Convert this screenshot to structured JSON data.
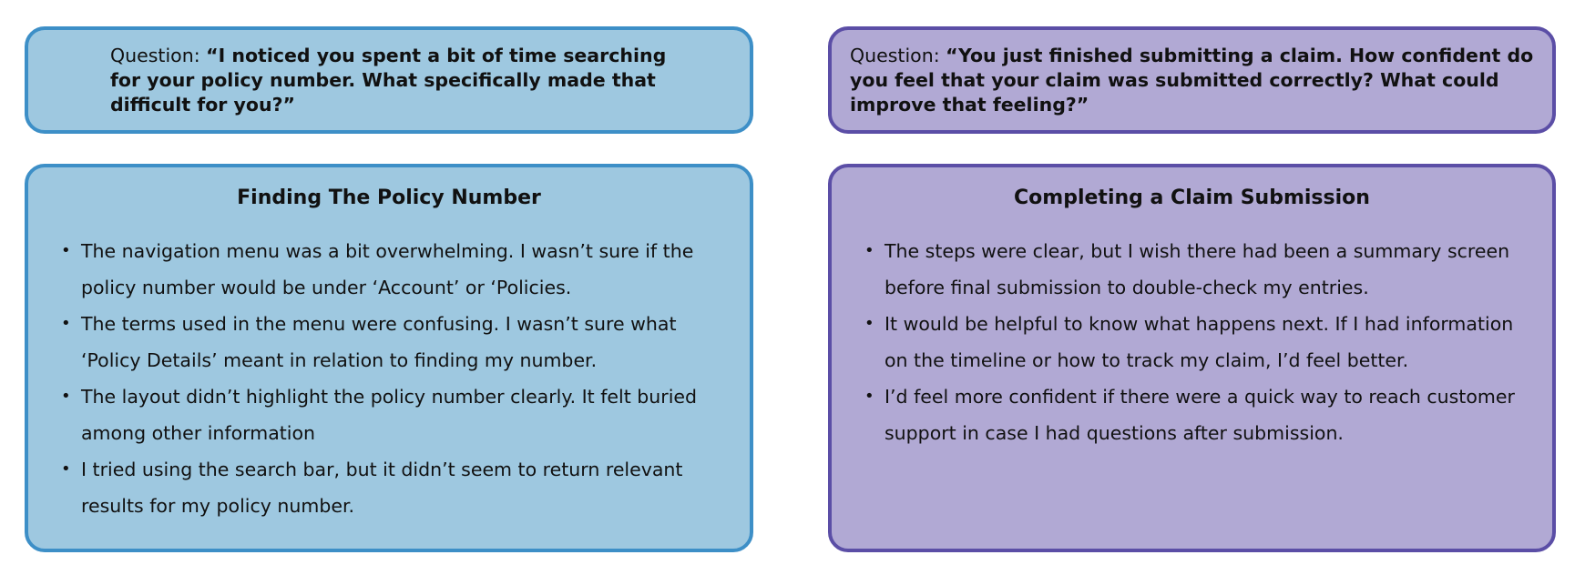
{
  "left": {
    "question_prefix": "Question: ",
    "question_quote": "“I noticed you spent a bit of time searching for your policy number. What specifically made that difficult for you?”",
    "title": "Finding The Policy Number",
    "bullets": [
      "The navigation menu was a bit overwhelming. I wasn’t sure if the policy number would be under ‘Account’ or ‘Policies.",
      "The terms used in the menu were confusing. I wasn’t sure what ‘Policy Details’ meant in relation to finding my number.",
      "The layout didn’t highlight the policy number clearly. It felt buried among other information",
      "I tried using the search bar, but it didn’t seem to return relevant results for my policy number."
    ]
  },
  "right": {
    "question_prefix": "Question: ",
    "question_quote": "“You just finished submitting a claim. How confident do you feel that your claim was submitted correctly? What could improve that feeling?”",
    "title": "Completing a Claim Submission",
    "bullets": [
      "The steps were clear, but I wish there had been a summary screen before final submission to double-check my entries.",
      "It would be helpful to know what happens next. If I had information on the timeline or how to track my claim, I’d feel better.",
      "I’d feel more confident if there were a quick way to reach customer support in case I had questions after submission."
    ]
  },
  "colors": {
    "blue_fill": "#9ec8e0",
    "blue_border": "#3d8fc7",
    "purple_fill": "#b1a9d4",
    "purple_border": "#5b4ea6"
  }
}
